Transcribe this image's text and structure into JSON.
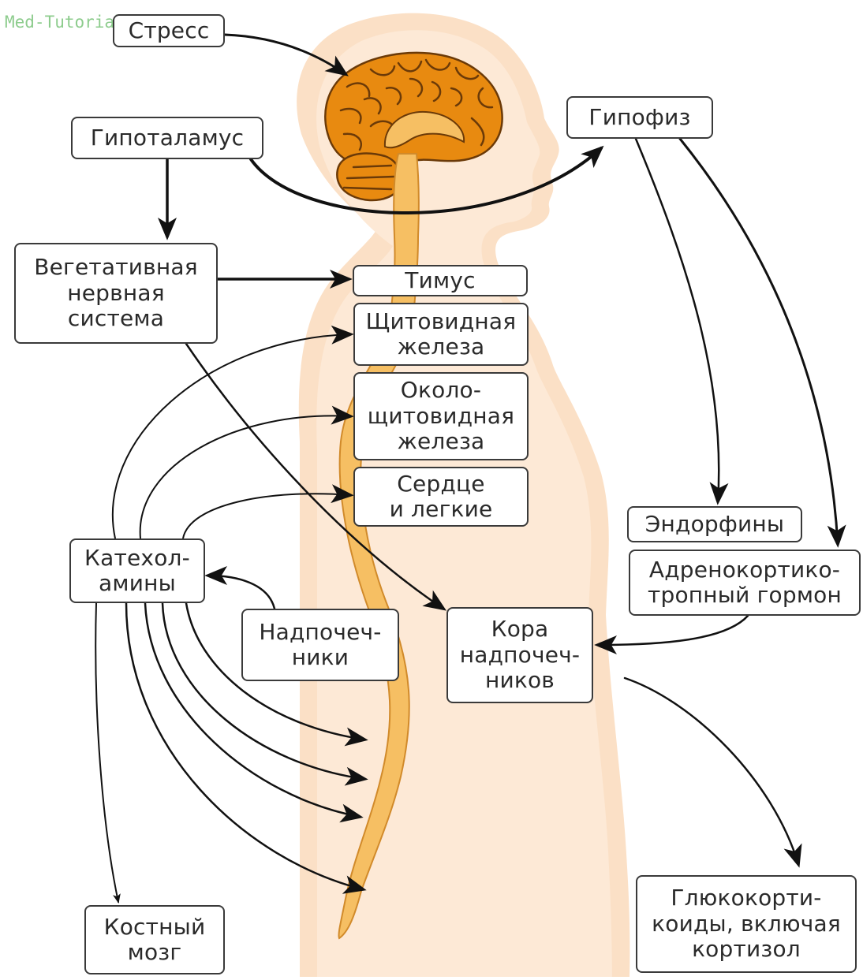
{
  "watermark": "Med-Tutorial.Ru (c)",
  "colors": {
    "body_fill": "#fbe0c6",
    "body_inner": "#fde9d6",
    "brain_fill": "#e88a10",
    "brain_lines": "#6b3a08",
    "spine_fill": "#f6bf63",
    "arrow": "#111111",
    "box_border": "#3a3a3a"
  },
  "boxes": {
    "stress": "Стресс",
    "hypothalamus": "Гипоталамус",
    "pituitary": "Гипофиз",
    "ans": "Вегетативная\nнервная\nсистема",
    "thymus": "Тимус",
    "thyroid": "Щитовидная\nжелеза",
    "parathyroid": "Около-\nщитовидная\nжелеза",
    "heart_lungs": "Сердце\nи легкие",
    "catecholamines": "Катехол-\nамины",
    "adrenals": "Надпочеч-\nники",
    "adrenal_cortex": "Кора\nнадпочеч-\nников",
    "endorphins": "Эндорфины",
    "acth": "Адренокортико-\nтропный гормон",
    "bone_marrow": "Костный\nмозг",
    "glucocorticoids": "Глюкокорти-\nкоиды, включая\nкортизол"
  }
}
